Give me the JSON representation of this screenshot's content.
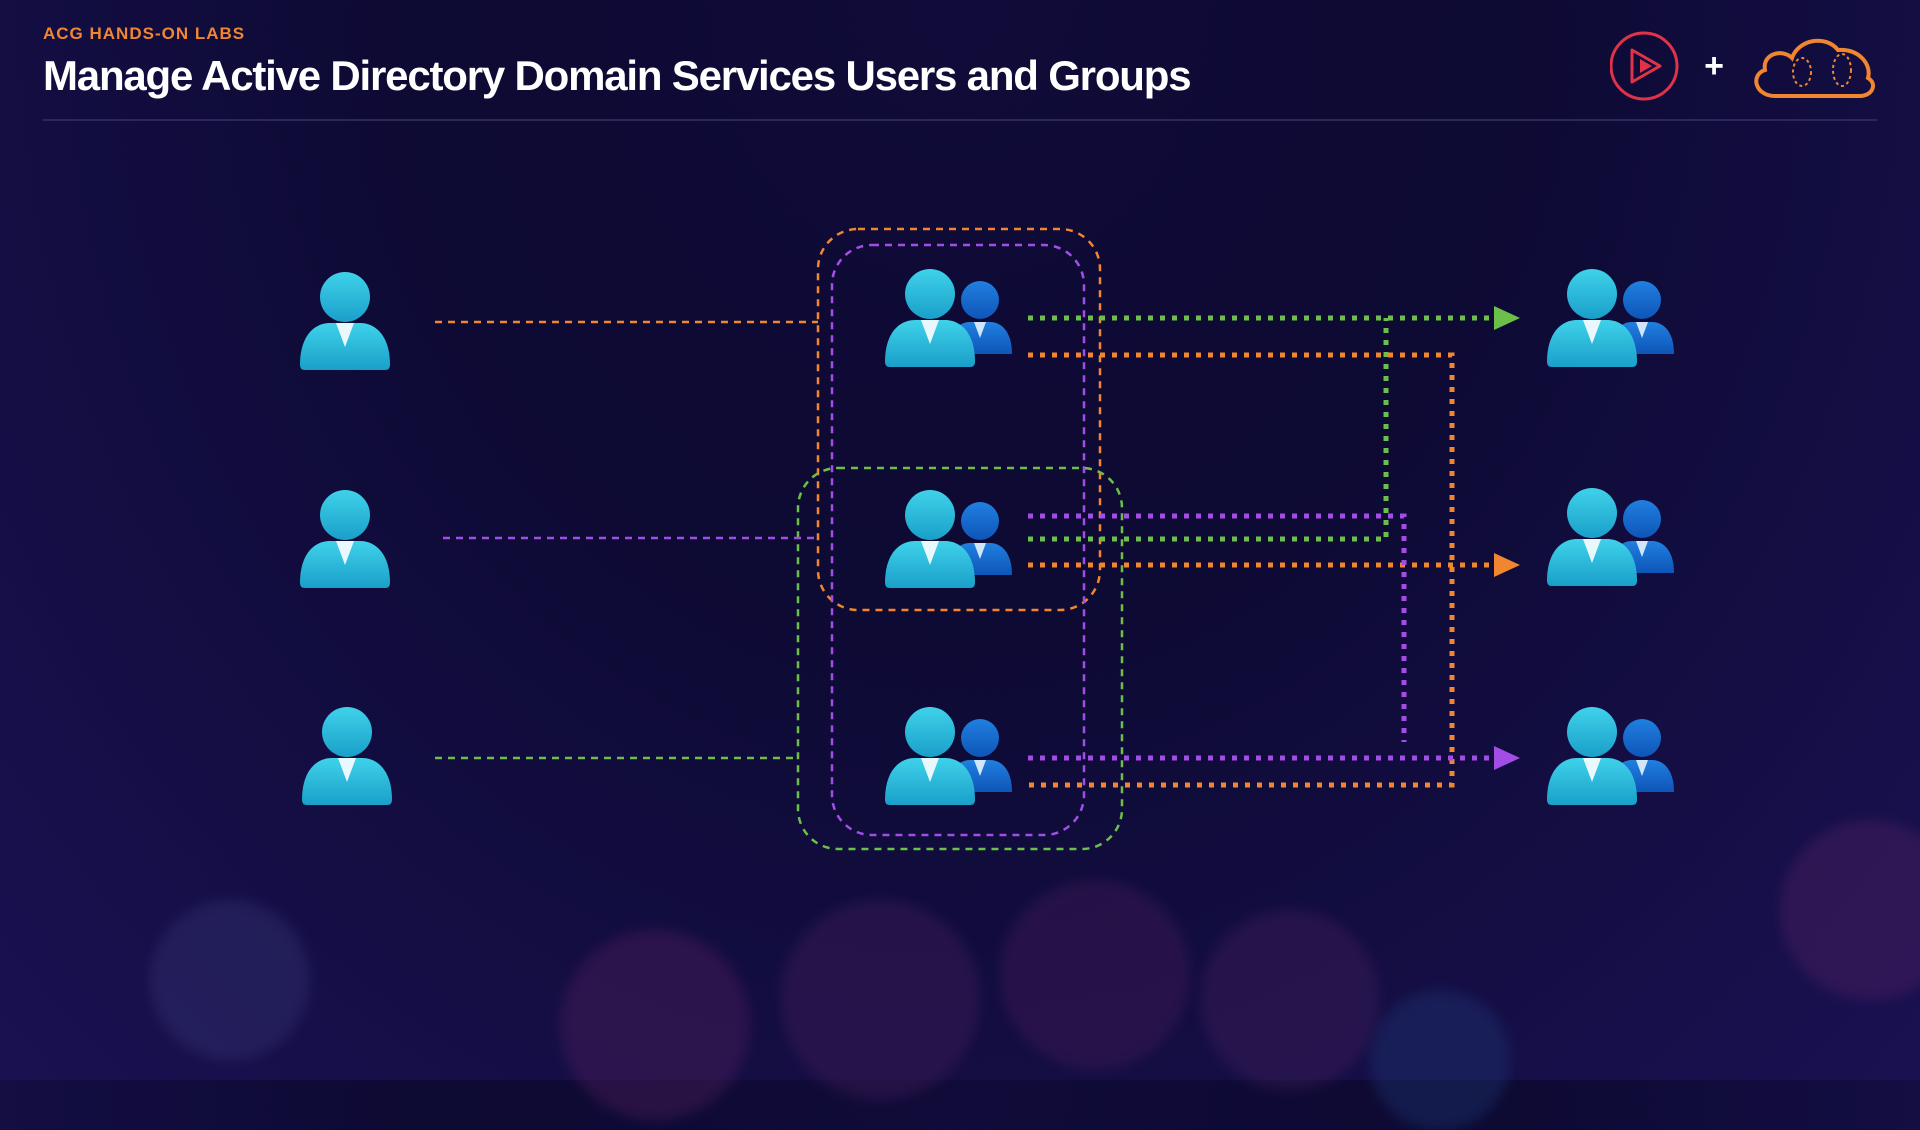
{
  "header": {
    "eyebrow": "ACG HANDS-ON LABS",
    "title": "Manage Active Directory Domain Services Users and Groups"
  },
  "logos": {
    "left": "play-circle-icon",
    "separator": "+",
    "right": "cloud-guru-icon"
  },
  "diagram": {
    "users": [
      "user-1",
      "user-2",
      "user-3"
    ],
    "groups": [
      "group-1",
      "group-2",
      "group-3"
    ],
    "resources": [
      "resource-1",
      "resource-2",
      "resource-3"
    ],
    "colors": {
      "orange": "#f0862f",
      "purple": "#a24ee6",
      "green": "#6cc04a",
      "person_light": "#32c7e0",
      "person_dark": "#1a6fd0"
    }
  }
}
